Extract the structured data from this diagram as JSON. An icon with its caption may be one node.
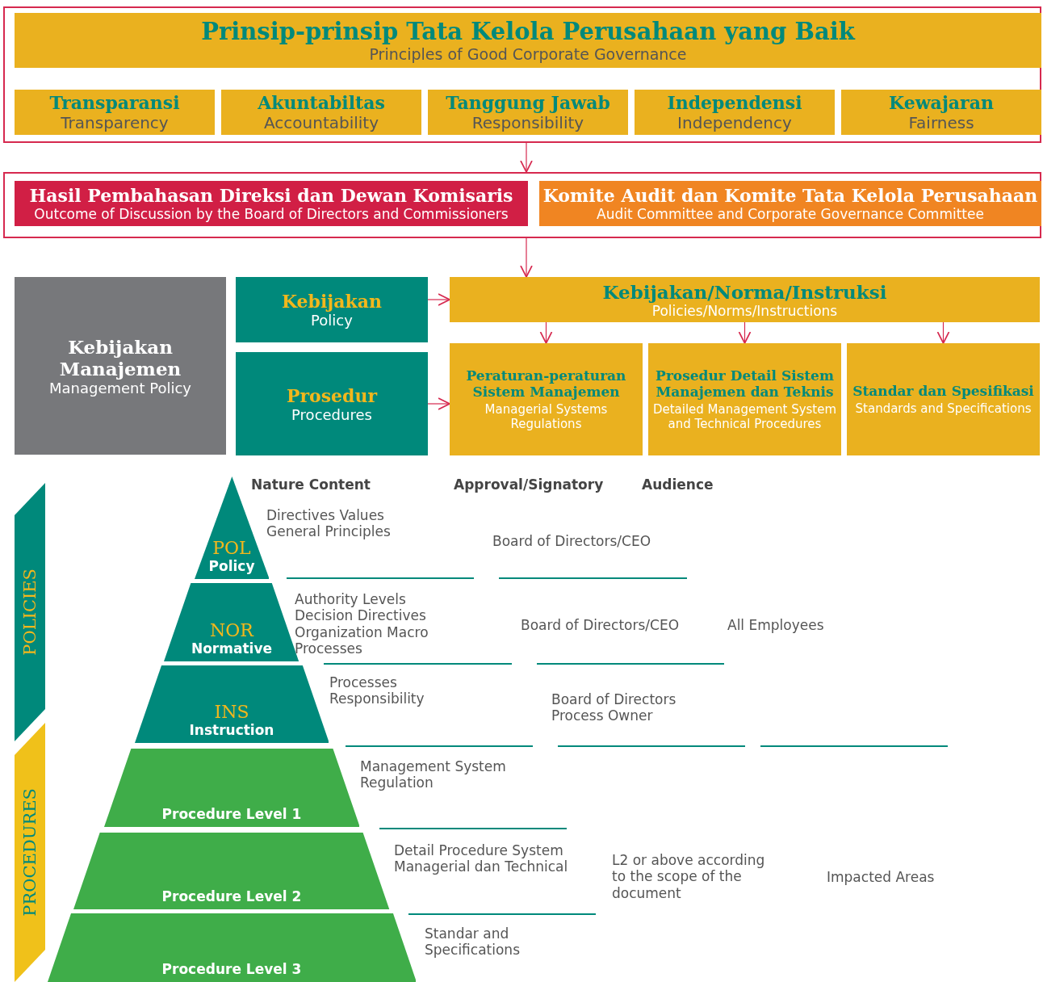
{
  "diagram": {
    "nodes": [
      {
        "text": [],
        "shape": "box"
      },
      {
        "text": [
          "Prinsip-prinsip Tata Kelola Perusahaan yang Baik",
          "Principles of Good Corporate Governance"
        ],
        "in": 0
      },
      {
        "text": [
          "Transparansi",
          "Transparency"
        ],
        "in": 0
      },
      {
        "text": [
          "Akuntabiltas",
          "Accountability"
        ],
        "in": 0
      },
      {
        "text": [
          "Tanggung Jawab",
          "Responsibility"
        ],
        "in": 0
      },
      {
        "text": [
          "Independensi",
          "Independency"
        ],
        "in": 0
      },
      {
        "text": [
          "Kewajaran",
          "Fairness"
        ],
        "in": 0
      },
      {
        "text": [],
        "shape": "box"
      },
      {
        "text": [
          "Hasil Pembahasan Direksi dan Dewan Komisaris",
          "Outcome of Discussion by the Board of Directors and Commissioners"
        ],
        "in": 7
      },
      {
        "text": [
          "Komite Audit dan Komite Tata Kelola Perusahaan",
          "Audit Committee and Corporate Governance Committee"
        ],
        "in": 7
      },
      {
        "text": [
          "Kebijakan Manajemen",
          "Management Policy"
        ]
      },
      {
        "text": [
          "Kebijakan",
          "Policy"
        ]
      },
      {
        "text": [
          "Prosedur",
          "Procedures"
        ]
      },
      {
        "text": [
          "Kebijakan/Norma/Instruksi",
          "Policies/Norms/Instructions"
        ]
      },
      {
        "text": [
          "Peraturan-peraturan Sistem Manajemen",
          "Managerial Systems Regulations"
        ]
      },
      {
        "text": [
          "Prosedur Detail Sistem Manajemen dan Teknis",
          "Detailed Management System and Technical Procedures"
        ]
      },
      {
        "text": [
          "Standar dan Spesifikasi",
          "Standards and Specifications"
        ]
      },
      {
        "text": [
          "POL",
          "Policy"
        ]
      },
      {
        "text": [
          "NOR",
          "Normative"
        ]
      },
      {
        "text": [
          "INS",
          "Instruction"
        ]
      },
      {
        "text": [
          "Procedure Level 1"
        ]
      },
      {
        "text": [
          "Procedure Level 2"
        ]
      },
      {
        "text": [
          "Procedure Level 3"
        ]
      },
      {
        "text": [
          "POLICIES"
        ]
      },
      {
        "text": [
          "PROCEDURES"
        ]
      }
    ],
    "edges": [
      {
        "from": 0,
        "to": 7,
        "arrow": "to"
      },
      {
        "from": 7,
        "to": 13,
        "arrow": "to"
      },
      {
        "from": 11,
        "to": 13,
        "arrow": "to"
      },
      {
        "from": 12,
        "to": 14,
        "arrow": "to"
      },
      {
        "from": 13,
        "to": 14,
        "arrow": "to"
      },
      {
        "from": 13,
        "to": 15,
        "arrow": "to"
      },
      {
        "from": 13,
        "to": 16,
        "arrow": "to"
      }
    ],
    "labels": [
      "Nature Content",
      "Approval/Signatory",
      "Audience",
      "Directives Values General Principles",
      "Board of Directors/CEO",
      "Authority Levels Decision Directives Organization Macro Processes",
      "Board of Directors/CEO",
      "All Employees",
      "Processes Responsibility",
      "Board of Directors Process Owner",
      "Management System Regulation",
      "Detail Procedure System Managerial dan Technical",
      "L2 or above according to the scope of the document",
      "Impacted Areas",
      "Standar and Specifications"
    ]
  }
}
